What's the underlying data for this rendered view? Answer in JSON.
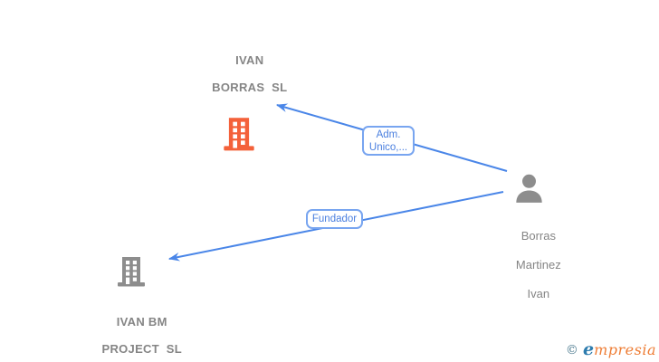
{
  "diagram": {
    "nodes": {
      "company_top": {
        "label_line1": "IVAN",
        "label_line2": "BORRAS  SL",
        "icon": "building-icon",
        "icon_color": "#f4613a"
      },
      "person": {
        "label_line1": "Borras",
        "label_line2": "Martinez",
        "label_line3": "Ivan",
        "icon": "person-icon",
        "icon_color": "#8d8d8d"
      },
      "company_bottom": {
        "label_line1": "IVAN BM",
        "label_line2": "PROJECT  SL",
        "icon": "building-icon",
        "icon_color": "#8d8d8d"
      }
    },
    "edges": {
      "admin": {
        "from": "person",
        "to": "company_top",
        "label_line1": "Adm.",
        "label_line2": "Unico,..."
      },
      "founder": {
        "from": "person",
        "to": "company_bottom",
        "label_line1": "Fundador"
      }
    },
    "colors": {
      "edge_blue": "#4a86e8",
      "label_text_blue": "#4a7fdf",
      "label_border_blue": "#78a5f0",
      "node_text_gray": "#858585",
      "company_top_orange": "#f4613a",
      "icon_gray": "#8d8d8d"
    }
  },
  "footer": {
    "copyright_symbol": "©",
    "brand_initial": "e",
    "brand_rest": "mpresia"
  }
}
